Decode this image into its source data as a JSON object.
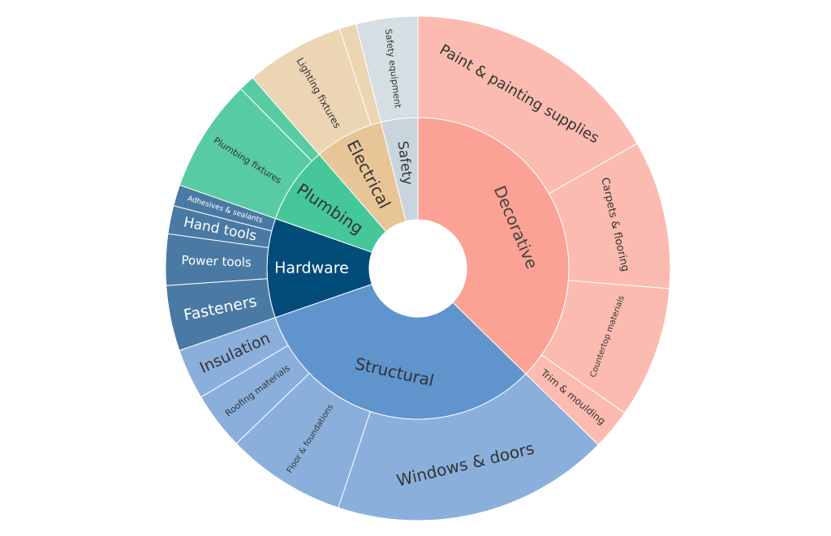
{
  "chart_data": {
    "type": "sunburst",
    "title": "",
    "units": "share of total (degrees of 360)",
    "categories": [
      {
        "name": "Decorative",
        "color": "#fba294",
        "child_color": "#fcbbb0",
        "text_color": "#444444",
        "children": [
          {
            "name": "Paint & painting supplies",
            "value": 60.3
          },
          {
            "name": "Carpets & flooring",
            "value": 34.3
          },
          {
            "name": "Countertop materials",
            "value": 30.4
          },
          {
            "name": "Trim & moulding",
            "value": 9.4
          }
        ]
      },
      {
        "name": "Structural",
        "color": "#5f94cc",
        "child_color": "#8aafdb",
        "text_color": "#333333",
        "children": [
          {
            "name": "Windows & doors",
            "value": 64.0
          },
          {
            "name": "Floor & foundations",
            "value": 27.6
          },
          {
            "name": "Roofing materials",
            "value": 13.3
          },
          {
            "name": "Insulation",
            "value": 11.7
          }
        ]
      },
      {
        "name": "Hardware",
        "color": "#024c7a",
        "child_color": "#4a7aa3",
        "text_color": "#ffffff",
        "children": [
          {
            "name": "Fasteners",
            "value": 15.1
          },
          {
            "name": "Power tools",
            "value": 11.8
          },
          {
            "name": "Hand tools",
            "value": 6.5
          },
          {
            "name": "Adhesives & sealants",
            "value": 4.9
          }
        ]
      },
      {
        "name": "Plumbing",
        "color": "#45c79a",
        "child_color": "#57cba2",
        "text_color": "#333333",
        "children": [
          {
            "name": "Plumbing fixtures",
            "value": 26.1
          },
          {
            "name": "",
            "value": 3.7
          }
        ]
      },
      {
        "name": "Electrical",
        "color": "#e8c597",
        "child_color": "#ecd5b3",
        "text_color": "#333333",
        "children": [
          {
            "name": "Lighting fixtures",
            "value": 22.8
          },
          {
            "name": "",
            "value": 3.9
          }
        ]
      },
      {
        "name": "Safety",
        "color": "#c9d5dc",
        "child_color": "#d5dee2",
        "text_color": "#333333",
        "children": [
          {
            "name": "Safety equipment",
            "value": 14.2
          }
        ]
      }
    ]
  }
}
